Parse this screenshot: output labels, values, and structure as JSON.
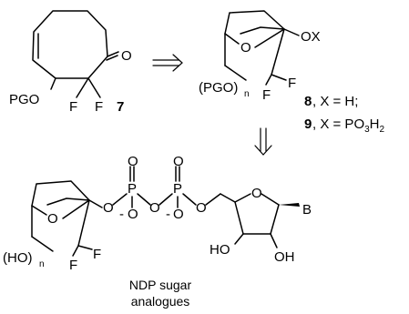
{
  "labels": {
    "compound7": {
      "ketone_o": "O",
      "pgo": "PGO",
      "f1": "F",
      "f2": "F",
      "number": "7"
    },
    "compound89": {
      "ring_o": "O",
      "ox": "OX",
      "pgo": "(PGO)",
      "n": "n",
      "f1": "F",
      "f2": "F",
      "num8": "8",
      "x_h": ", X = H;",
      "num9": "9",
      "x_po3h2_prefix": ", X = PO",
      "x_sub3": "3",
      "x_h2": "H",
      "x_sub2": "2"
    },
    "product": {
      "ring_o": "O",
      "ho": "(HO)",
      "n": "n",
      "f1": "F",
      "f2": "F",
      "o_link1": "O",
      "p1": "P",
      "p1_oxo": "O",
      "p1_minus": "-",
      "p1_o": "O",
      "o_bridge": "O",
      "p2": "P",
      "p2_oxo": "O",
      "p2_minus": "-",
      "p2_o": "O",
      "o_link2": "O",
      "furanose_o": "O",
      "base": "B",
      "ho_left": "HO",
      "oh_right": "OH",
      "caption_line1": "NDP sugar",
      "caption_line2": "analogues"
    }
  },
  "icons": {
    "arrow1": "retrosynthetic-arrow-right",
    "arrow2": "retrosynthetic-arrow-down"
  }
}
